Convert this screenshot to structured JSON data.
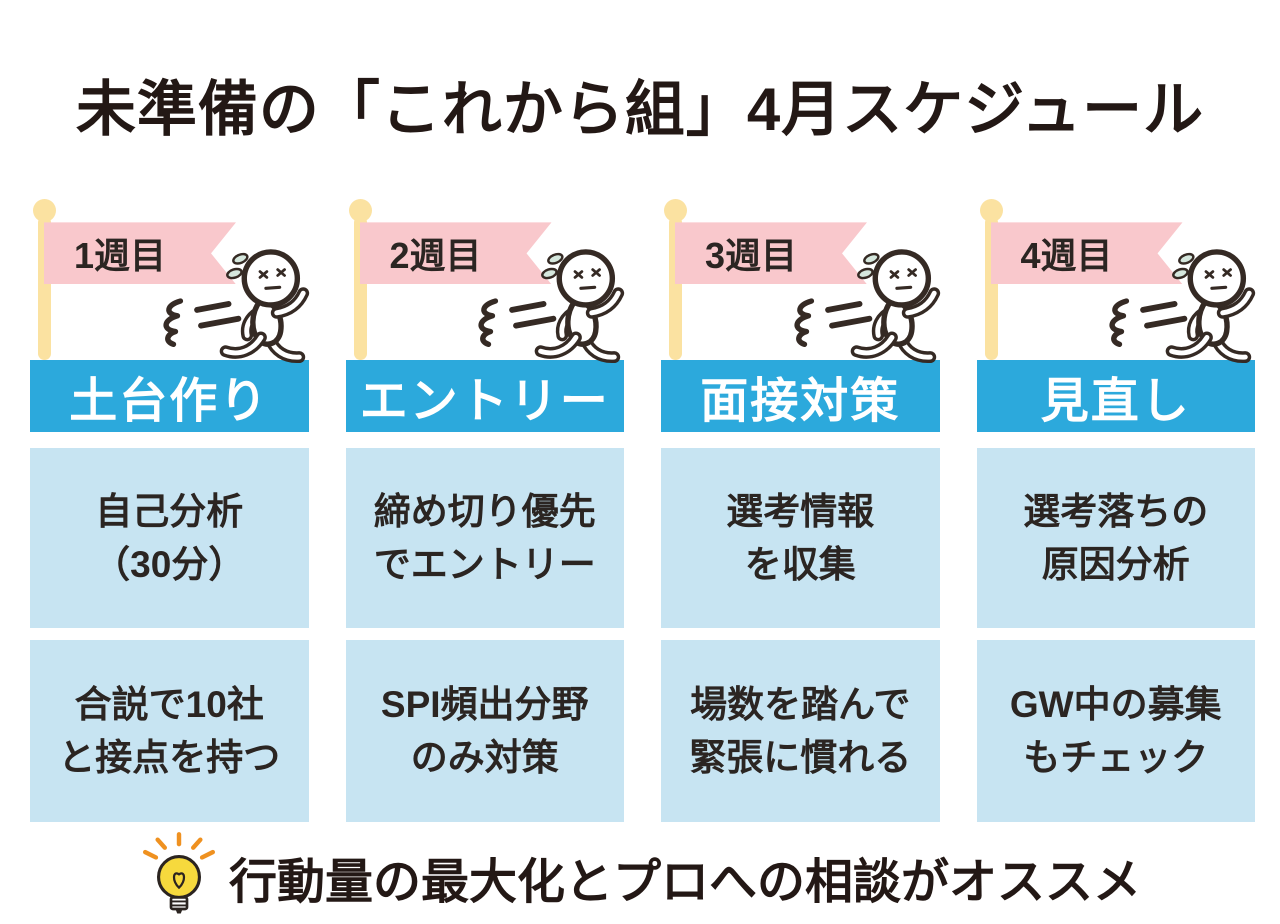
{
  "title": "未準備の「これから組」4月スケジュール",
  "columns": [
    {
      "week": "1週目",
      "phase": "土台作り",
      "task1": "自己分析\n（30分）",
      "task2": "合説で10社\nと接点を持つ"
    },
    {
      "week": "2週目",
      "phase": "エントリー",
      "task1": "締め切り優先\nでエントリー",
      "task2": "SPI頻出分野\nのみ対策"
    },
    {
      "week": "3週目",
      "phase": "面接対策",
      "task1": "選考情報\nを収集",
      "task2": "場数を踏んで\n緊張に慣れる"
    },
    {
      "week": "4週目",
      "phase": "見直し",
      "task1": "選考落ちの\n原因分析",
      "task2": "GW中の募集\nもチェック"
    }
  ],
  "footer": {
    "text": "行動量の最大化とプロへの相談がオススメ"
  },
  "icons": {
    "runner": "running-person-icon",
    "flag": "week-flag-banner",
    "pole": "flag-pole-icon",
    "lightbulb": "lightbulb-icon"
  },
  "colors": {
    "flag_pink": "#f9c8cc",
    "pole_cream": "#fbe2a1",
    "header_blue": "#2ca9dc",
    "card_blue": "#c7e4f2",
    "text_dark": "#231815",
    "header_text": "#ffffff",
    "bulb_yellow": "#f6d93d",
    "ray_orange": "#ef9120",
    "sweat_teal": "#d5e7dd",
    "outline_brown": "#352a24"
  }
}
